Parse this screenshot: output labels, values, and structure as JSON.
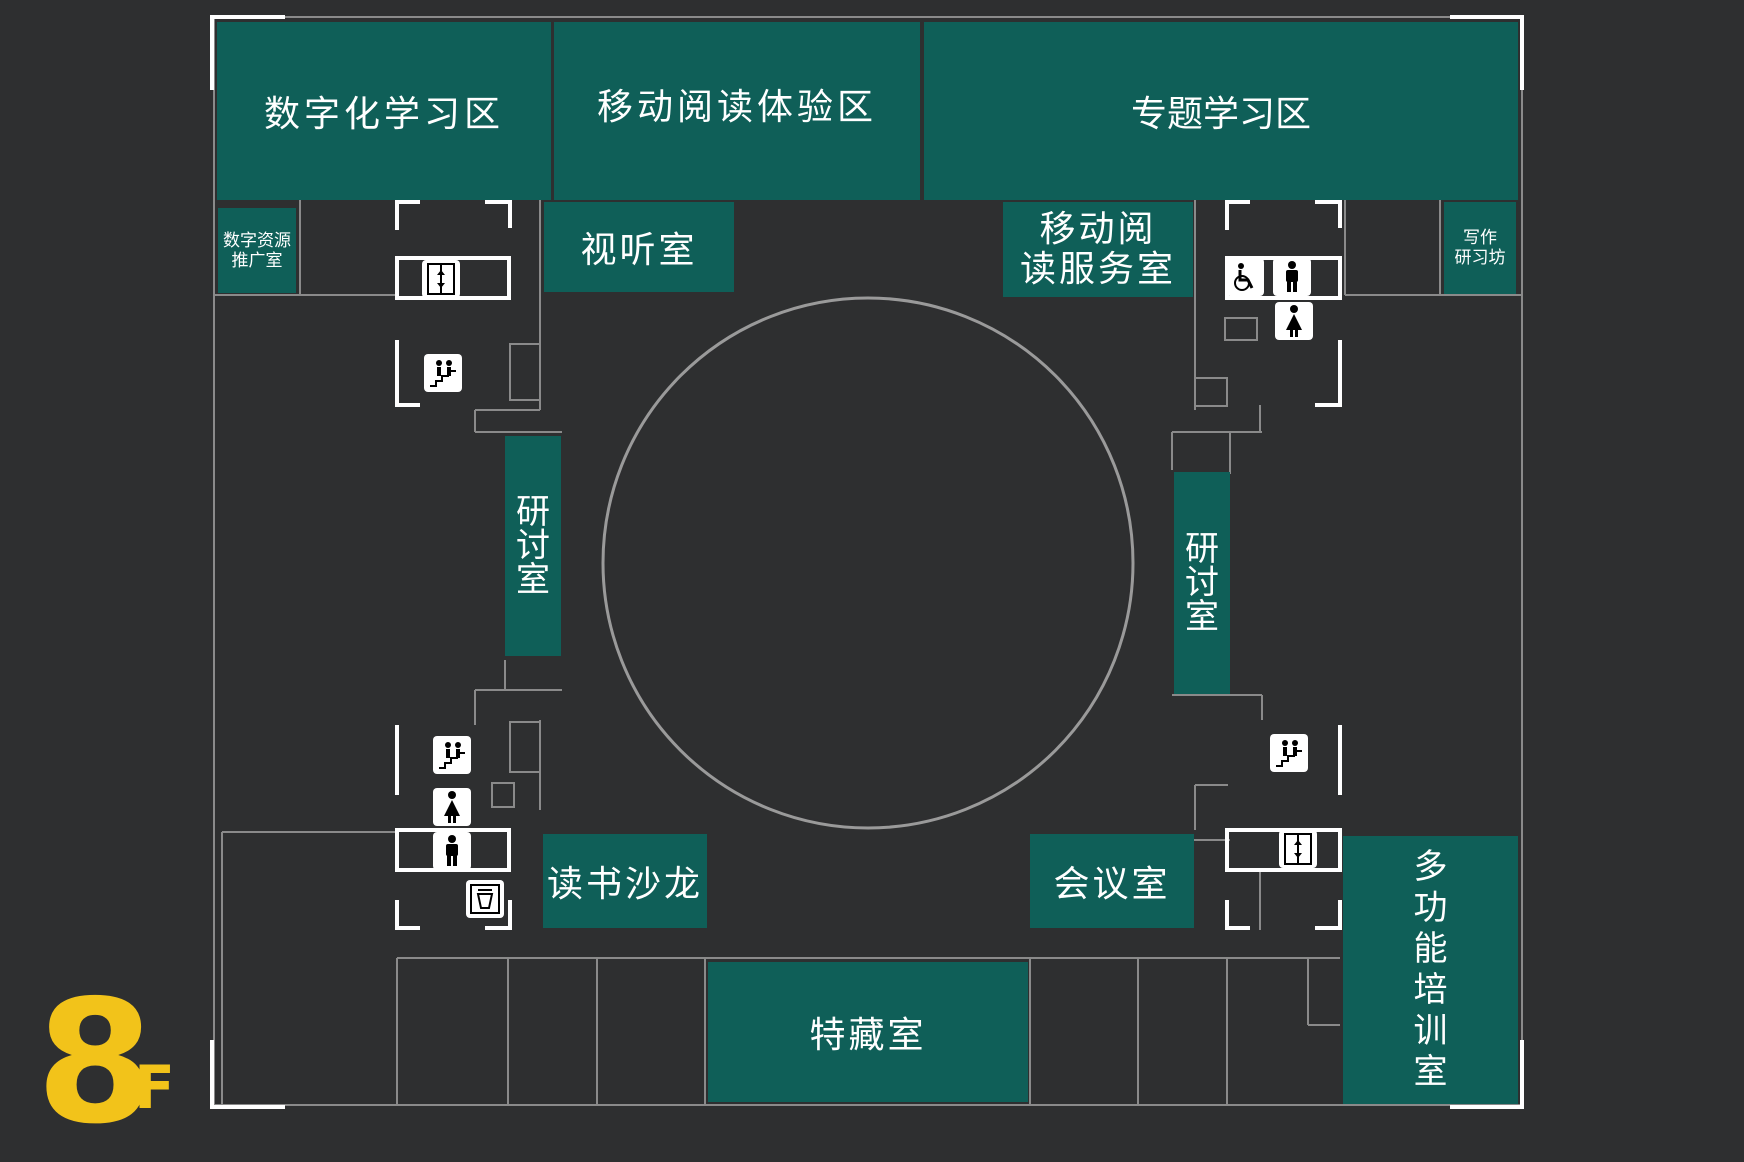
{
  "floor": {
    "number": "8",
    "suffix": "F"
  },
  "colors": {
    "background": "#2e2f30",
    "room": "#0f5f58",
    "floor_label": "#f2c31a",
    "wall": "#ffffff",
    "corridor": "#8a8a8a"
  },
  "rooms": {
    "digital_learning": "数字化学习区",
    "mobile_reading_exp": "移动阅读体验区",
    "thematic_learning": "专题学习区",
    "digital_resource": "数字资源\n推广室",
    "audiovisual": "视听室",
    "mobile_reading_service": "移动阅\n读服务室",
    "writing_workshop": "写作\n研习坊",
    "seminar_left": "研\n讨\n室",
    "seminar_right": "研\n讨\n室",
    "reading_salon": "读书沙龙",
    "meeting": "会议室",
    "special_collection": "特藏室",
    "training": "多\n功\n能\n培\n训\n室"
  },
  "icons": [
    {
      "name": "elevator-icon",
      "id": "elev-nw"
    },
    {
      "name": "stairs-icon",
      "id": "stairs-nw"
    },
    {
      "name": "accessible-toilet-icon",
      "id": "acc-ne"
    },
    {
      "name": "mens-toilet-icon",
      "id": "men-ne"
    },
    {
      "name": "womens-toilet-icon",
      "id": "women-ne"
    },
    {
      "name": "stairs-icon",
      "id": "stairs-sw"
    },
    {
      "name": "womens-toilet-icon",
      "id": "women-sw"
    },
    {
      "name": "mens-toilet-icon",
      "id": "men-sw"
    },
    {
      "name": "water-dispenser-icon",
      "id": "water-sw"
    },
    {
      "name": "stairs-icon",
      "id": "stairs-se"
    },
    {
      "name": "elevator-icon",
      "id": "elev-se"
    }
  ]
}
